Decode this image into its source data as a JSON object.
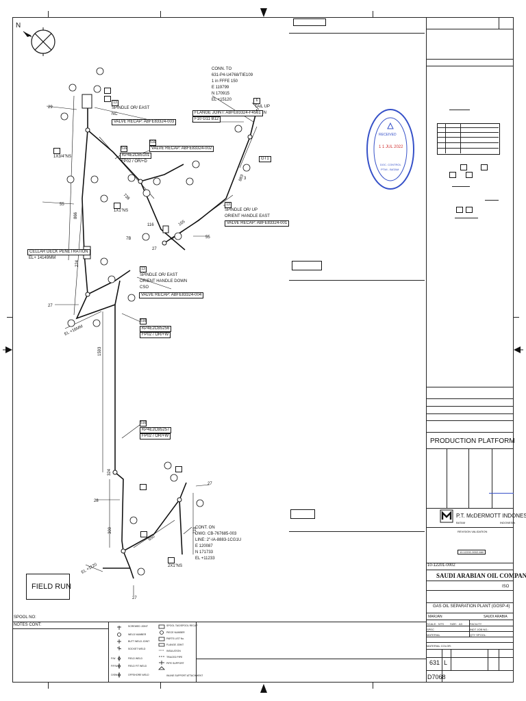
{
  "north": "N",
  "notes": [
    {
      "id": "conn-top",
      "lines": [
        "CONN. TO",
        "631-P4-U4768/TIE109",
        "1 in FFFE 150",
        "E 119799",
        "N 170915",
        "EL +15120"
      ]
    },
    {
      "id": "tail-up",
      "lines": [
        "TAIL UP",
        "OPEN"
      ]
    },
    {
      "id": "spindle-1",
      "lines": [
        "SPINDLE OR/ EAST",
        "NC"
      ]
    },
    {
      "id": "spindle-2",
      "lines": [
        "SPINDLE OR/ UP",
        "ORIENT HANDLE EAST"
      ]
    },
    {
      "id": "spindle-3",
      "lines": [
        "SPINDLE OR/ EAST",
        "ORIENT HANDLE DOWN",
        "CSO"
      ]
    },
    {
      "id": "conn-bottom",
      "lines": [
        "CONT. ON",
        "DWG: CB-767685-003",
        "LINE: 2\"-IA-8883-1CG1U",
        "E 120087",
        "N 171733",
        "EL +11233"
      ]
    }
  ],
  "boxed_labels": {
    "flange_joint": "FLANGE JOINT: ABFE83324-F4561",
    "flange_joint_2": "F10 G11 B12",
    "valve_recap_1": "VALVE RECAP: ABFE83324-003",
    "valve_recap_2": "VALVE RECAP: ABFE83324-002",
    "valve_recap_3": "VALVE RECAP: ABFE83324-001",
    "valve_recap_4": "VALVE RECAP: ABFE83324-004",
    "kp_1": "KP4E2CB5101",
    "kp_1b": "FP02 / OR/+D",
    "kp_2": "KP4E2CB5256",
    "kp_2b": "FP02 / OR/+W",
    "kp_3": "KP4E2CB5257",
    "kp_3b": "FP02 / OR/+W",
    "cellar_1": "CELLAR DECK PENETRATION",
    "cellar_2": "EL+ 14149MM",
    "field_run": "FIELD RUN"
  },
  "misc_text": {
    "tx_1": "1X3/4\"NS",
    "tx_2": "1X1\"NS",
    "tx_3": "2X1\"NS",
    "tag_a": "516",
    "tag_b": "516",
    "tag_c": "516",
    "tag_d": "516",
    "tag_e": "13",
    "tag_f": "13",
    "tag_g": "13",
    "tag_h": "6",
    "tag_i": "GT1"
  },
  "stamp": {
    "line1": "RECEIVED",
    "date": "1 1 JUL 2022",
    "line3": "DOC. CONTROL",
    "line4": "PTMI - BATAM"
  },
  "title_block": {
    "production": "PRODUCTION PLATFORM",
    "company_mcd": "P.T. McDERMOTT INDONESIA",
    "batam": "BATAM",
    "indonesia": "INDONESIA",
    "revision": "REVISION VALIDATION",
    "saudi": "SAUDI ARABIAN OIL COMPANY",
    "gosp": "GAS OIL SEPARATION PLANT (GOSP-4)",
    "marjan": "MARJAN",
    "saudi_arabia": "SAUDI ARABIA",
    "doc_no": "10-12201-0002",
    "doc_no_box": "10-12201-0002-660",
    "iso": "ISO",
    "scale": "SCALE:",
    "nts": "NTS",
    "size": "SIZE:",
    "a3": "A3",
    "facility": "FACILITY",
    "spec": "SPEC",
    "plant_job": "INDT JOB NO.:",
    "material": "MATERIAL",
    "qty": "QTY SPOOL:",
    "material_color": "MATERIAL COLOR:",
    "code_631": "631",
    "code_l": "L",
    "code_d": "D7068"
  },
  "legend": {
    "spool_no": "SPOOL NO:",
    "notes_cont": "NOTES CONT:",
    "items": [
      "SCREWED JOINT",
      "WELD NUMBER",
      "BUTT WELD JOINT",
      "SOCKET WELD",
      "FIELD WELD",
      "FIELD FIT WELD",
      "OFFSHORE WELD",
      "SPOOL TAG/SPOOL RECAP",
      "PIECE NUMBER",
      "PARTS LIST No.",
      "FLANGE JOINT",
      "INSULATION",
      "TRACED PIPE",
      "PIPE SUPPORT",
      "INLINE SUPPORT ATTACHMENT"
    ],
    "codes": [
      "F/W",
      "F/F/W",
      "O/SW"
    ]
  }
}
